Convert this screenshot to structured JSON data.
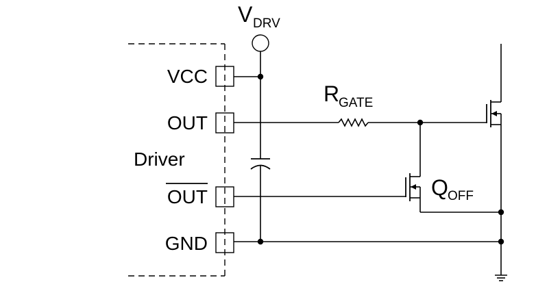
{
  "diagram": {
    "pins": {
      "vcc": "VCC",
      "out": "OUT",
      "out_bar": "OUT",
      "gnd": "GND"
    },
    "driver_label": "Driver",
    "supply": {
      "main": "V",
      "sub": "DRV"
    },
    "gate_resistor": {
      "main": "R",
      "sub": "GATE"
    },
    "q_off": {
      "main": "Q",
      "sub": "OFF"
    }
  }
}
